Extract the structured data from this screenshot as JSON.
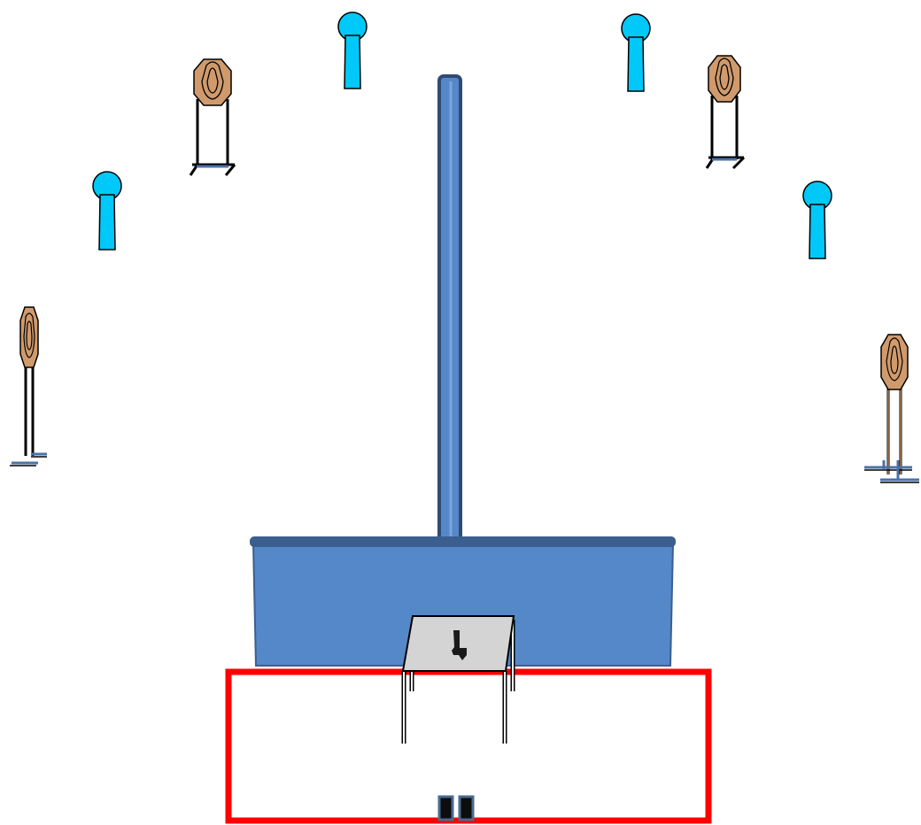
{
  "stage": {
    "description_items": {
      "paper_targets": 4,
      "steel_popper_targets": 4,
      "walls": 2,
      "tables": 1,
      "shooting_box": 1
    }
  },
  "colors": {
    "wall_fill": "#5588c8",
    "wall_stroke": "#3a5f8f",
    "wall_dark": "#2f4b74",
    "steel_fill": "#00c8f8",
    "paper_fill": "#d09a6c",
    "box_outline": "#ff0000",
    "table_top": "#d4d4d4",
    "gun": "#1a1a1a",
    "marker_fill": "#0d0d0d",
    "marker_stroke": "#4a6b8f"
  },
  "icons": {
    "steel_target": "steel-popper-icon",
    "paper_target": "paper-target-icon",
    "pistol": "pistol-icon",
    "start_marker": "start-position-icon"
  }
}
